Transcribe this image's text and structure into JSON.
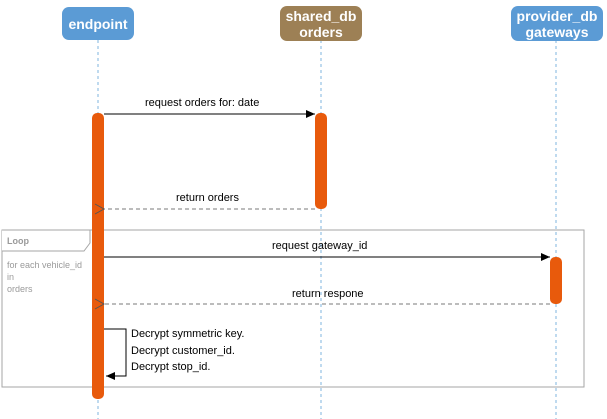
{
  "participants": [
    {
      "id": "endpoint",
      "lines": [
        "endpoint"
      ],
      "color": "#5b9bd5"
    },
    {
      "id": "shared_db",
      "lines": [
        "shared_db",
        "orders"
      ],
      "color": "#9d8055"
    },
    {
      "id": "provider_db",
      "lines": [
        "provider_db",
        "gateways"
      ],
      "color": "#5b9bd5"
    }
  ],
  "messages": [
    {
      "label": "request orders for: date",
      "from": "endpoint",
      "to": "shared_db",
      "style": "solid"
    },
    {
      "label": "return orders",
      "from": "shared_db",
      "to": "endpoint",
      "style": "dashed"
    },
    {
      "label": "request gateway_id",
      "from": "endpoint",
      "to": "provider_db",
      "style": "solid"
    },
    {
      "label": "return respone",
      "from": "provider_db",
      "to": "endpoint",
      "style": "dashed"
    }
  ],
  "self_call": {
    "lines": [
      "Decrypt symmetric key.",
      "Decrypt customer_id.",
      "Decrypt stop_id."
    ]
  },
  "loop": {
    "title": "Loop",
    "condition_lines": [
      "for each vehicle_id",
      "in",
      "orders"
    ]
  },
  "colors": {
    "activation": "#e85a0c",
    "lifeline": "#7fb4df",
    "frame": "#a6a6a6"
  }
}
